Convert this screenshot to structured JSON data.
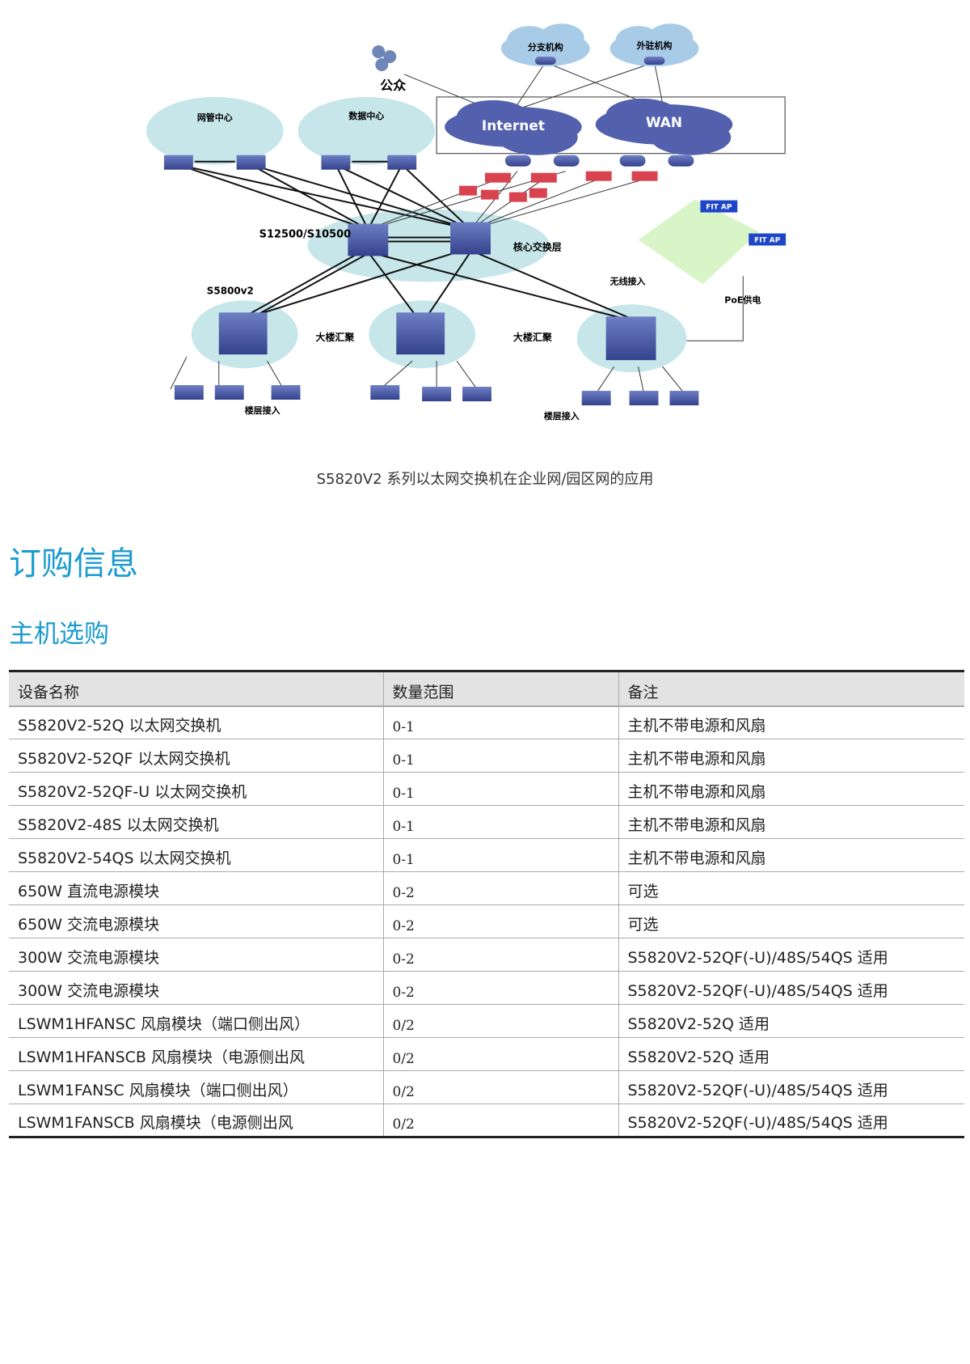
{
  "diagram": {
    "labels": {
      "public": "公众",
      "branch": "分支机构",
      "remote": "外驻机构",
      "internet": "Internet",
      "wan": "WAN",
      "nms_center": "网管中心",
      "data_center": "数据中心",
      "core_model": "S12500/S10500",
      "core_layer": "核心交换层",
      "agg_model": "S5800v2",
      "building_agg_1": "大楼汇聚",
      "building_agg_2": "大楼汇聚",
      "floor_access_1": "楼层接入",
      "floor_access_2": "楼层接入",
      "wireless_access": "无线接入",
      "poe": "PoE供电",
      "fit_ap_1": "FIT AP",
      "fit_ap_2": "FIT AP"
    },
    "caption": "S5820V2 系列以太网交换机在企业网/园区网的应用"
  },
  "headings": {
    "ordering_info": "订购信息",
    "host_selection": "主机选购"
  },
  "table": {
    "columns": [
      "设备名称",
      "数量范围",
      "备注"
    ],
    "rows": [
      [
        "S5820V2-52Q 以太网交换机",
        "0-1",
        "主机不带电源和风扇"
      ],
      [
        "S5820V2-52QF 以太网交换机",
        "0-1",
        "主机不带电源和风扇"
      ],
      [
        "S5820V2-52QF-U 以太网交换机",
        "0-1",
        "主机不带电源和风扇"
      ],
      [
        "S5820V2-48S 以太网交换机",
        "0-1",
        "主机不带电源和风扇"
      ],
      [
        "S5820V2-54QS 以太网交换机",
        "0-1",
        "主机不带电源和风扇"
      ],
      [
        "650W 直流电源模块",
        "0-2",
        "可选"
      ],
      [
        "650W 交流电源模块",
        "0-2",
        "可选"
      ],
      [
        "300W 交流电源模块",
        "0-2",
        "S5820V2-52QF(-U)/48S/54QS 适用"
      ],
      [
        "300W 交流电源模块",
        "0-2",
        "S5820V2-52QF(-U)/48S/54QS 适用"
      ],
      [
        "LSWM1HFANSC 风扇模块（端口侧出风）",
        "0/2",
        "S5820V2-52Q 适用"
      ],
      [
        "LSWM1HFANSCB 风扇模块（电源侧出风",
        "0/2",
        "S5820V2-52Q 适用"
      ],
      [
        "LSWM1FANSC 风扇模块（端口侧出风）",
        "0/2",
        "S5820V2-52QF(-U)/48S/54QS 适用"
      ],
      [
        "LSWM1FANSCB 风扇模块（电源侧出风",
        "0/2",
        "S5820V2-52QF(-U)/48S/54QS 适用"
      ]
    ]
  }
}
